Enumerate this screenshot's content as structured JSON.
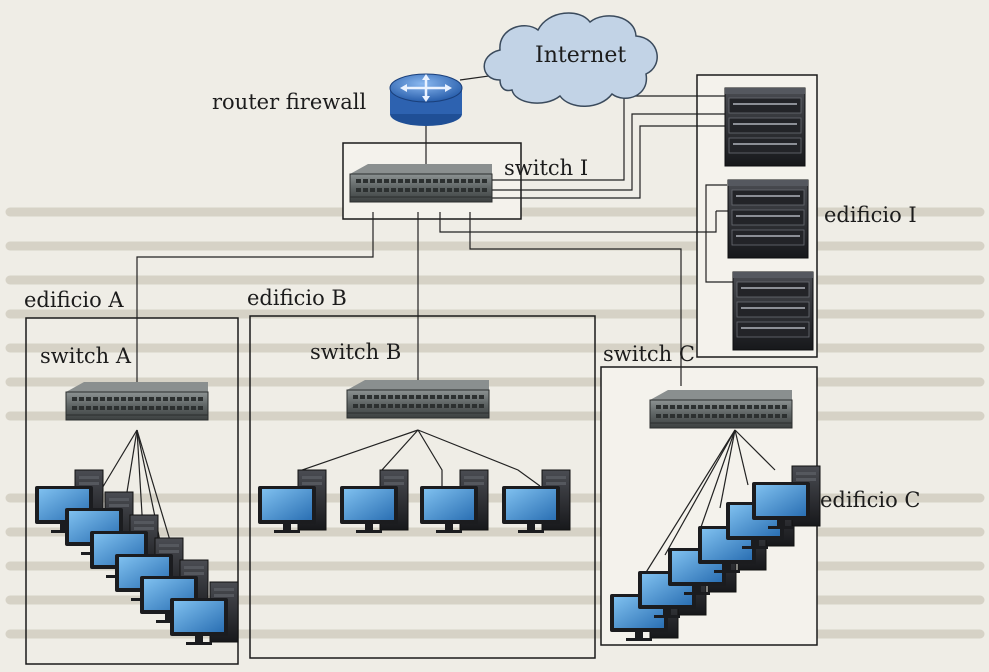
{
  "nodes": {
    "internet": "Internet",
    "router": "router firewall",
    "switch_main": "switch I",
    "switch_a": "switch A",
    "switch_b": "switch B",
    "switch_c": "switch C"
  },
  "buildings": {
    "main": "edificio I",
    "a": "edificio A",
    "b": "edificio B",
    "c": "edificio C"
  },
  "colors": {
    "line": "#2a2a2a",
    "switch_body": "#5a5f5f",
    "monitor_screen": "#3d8fd4",
    "router": "#3b78c8",
    "cloud": "#c2d3e6",
    "server": "#2a2b2e"
  }
}
